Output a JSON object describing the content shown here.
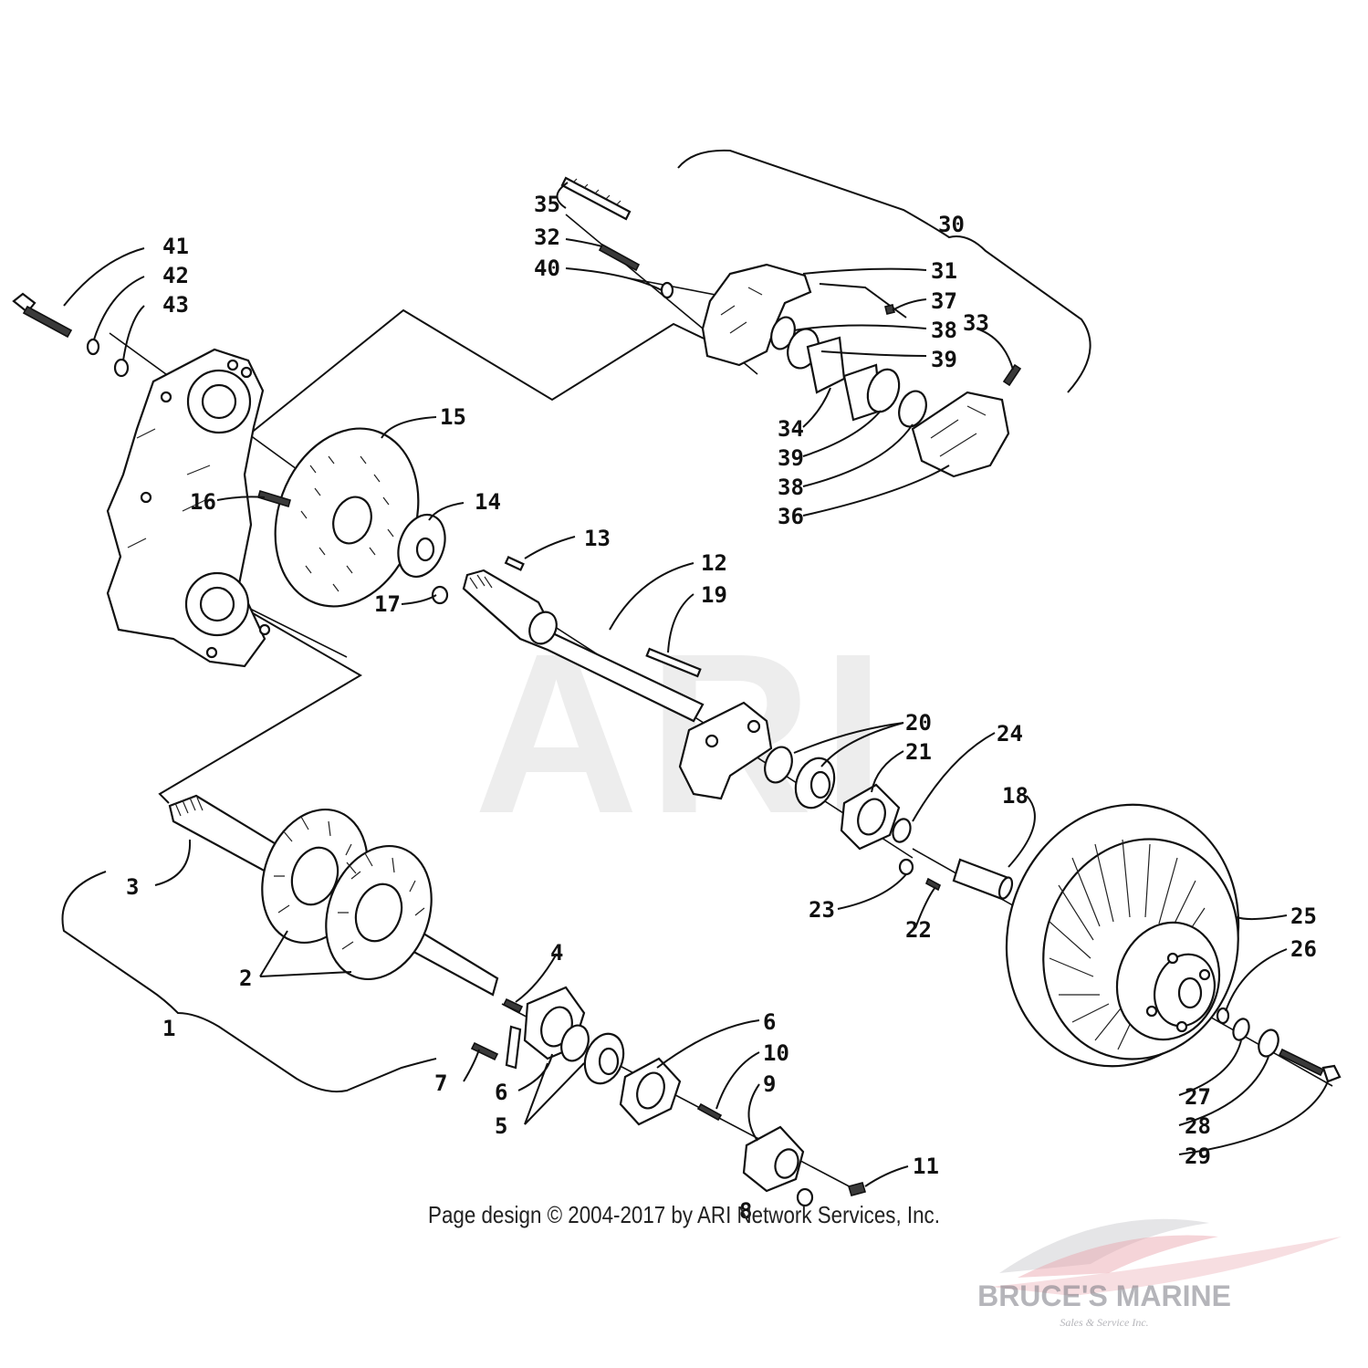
{
  "diagram": {
    "part_numbers": [
      "1",
      "2",
      "3",
      "4",
      "5",
      "6",
      "6",
      "7",
      "8",
      "9",
      "10",
      "11",
      "12",
      "13",
      "14",
      "15",
      "16",
      "17",
      "18",
      "19",
      "20",
      "21",
      "22",
      "23",
      "24",
      "25",
      "26",
      "27",
      "28",
      "29",
      "30",
      "31",
      "32",
      "33",
      "34",
      "35",
      "36",
      "37",
      "38",
      "38",
      "39",
      "39",
      "40",
      "41",
      "42",
      "43"
    ]
  },
  "watermark": "ARI",
  "copyright": "Page design © 2004-2017 by ARI Network Services, Inc.",
  "dealer": {
    "name": "BRUCE'S MARINE",
    "tagline": "Sales & Service Inc.",
    "accent_color": "#e8a0a8"
  }
}
